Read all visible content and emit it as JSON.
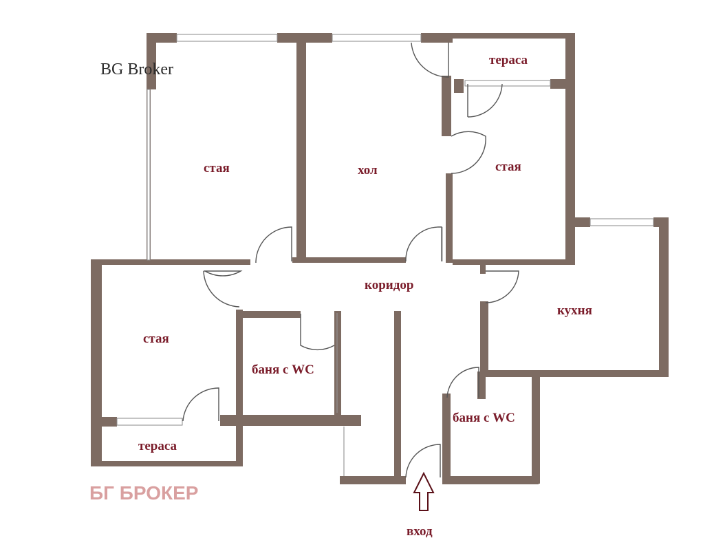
{
  "brand": {
    "logo_text": "BG Broker",
    "watermark_text": "БГ БРОКЕР"
  },
  "rooms": [
    {
      "id": "room-left-top",
      "label": "стая"
    },
    {
      "id": "hall",
      "label": "хол"
    },
    {
      "id": "room-right",
      "label": "стая"
    },
    {
      "id": "terrace-top",
      "label": "тераса"
    },
    {
      "id": "corridor",
      "label": "коридор"
    },
    {
      "id": "room-left-bottom",
      "label": "стая"
    },
    {
      "id": "bathroom-1",
      "label": "баня с WC"
    },
    {
      "id": "kitchen",
      "label": "кухня"
    },
    {
      "id": "bathroom-2",
      "label": "баня с WC"
    },
    {
      "id": "terrace-bottom",
      "label": "тераса"
    }
  ],
  "entrance": {
    "label": "вход"
  },
  "colors": {
    "wall": "#7d6b62",
    "label": "#7a1c2a",
    "watermark": "#d9a0a0"
  }
}
